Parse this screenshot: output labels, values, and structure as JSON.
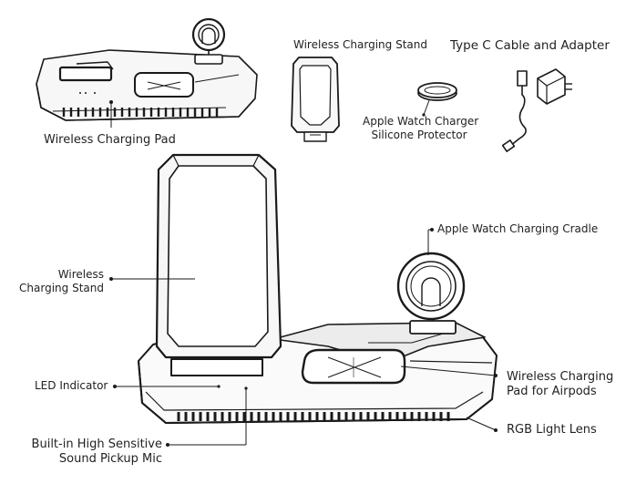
{
  "labels": {
    "wireless_charging_pad": "Wireless Charging Pad",
    "wireless_charging_stand_top": "Wireless Charging Stand",
    "type_c_cable": "Type C Cable and Adapter",
    "apple_watch_protector_line1": "Apple Watch Charger",
    "apple_watch_protector_line2": "Silicone Protector",
    "apple_watch_cradle": "Apple Watch Charging Cradle",
    "wireless_stand_line1": "Wireless",
    "wireless_stand_line2": "Charging Stand",
    "led_indicator": "LED Indicator",
    "airpods_pad_line1": "Wireless Charging",
    "airpods_pad_line2": "Pad for Airpods",
    "mic_line1": "Built-in High Sensitive",
    "mic_line2": "Sound Pickup Mic",
    "rgb_lens": "RGB Light Lens"
  },
  "colors": {
    "line": "#1a1a1a",
    "fill_light": "#f4f4f4",
    "fill_mid": "#d9d9d9",
    "fill_dark": "#3a3a3a"
  }
}
